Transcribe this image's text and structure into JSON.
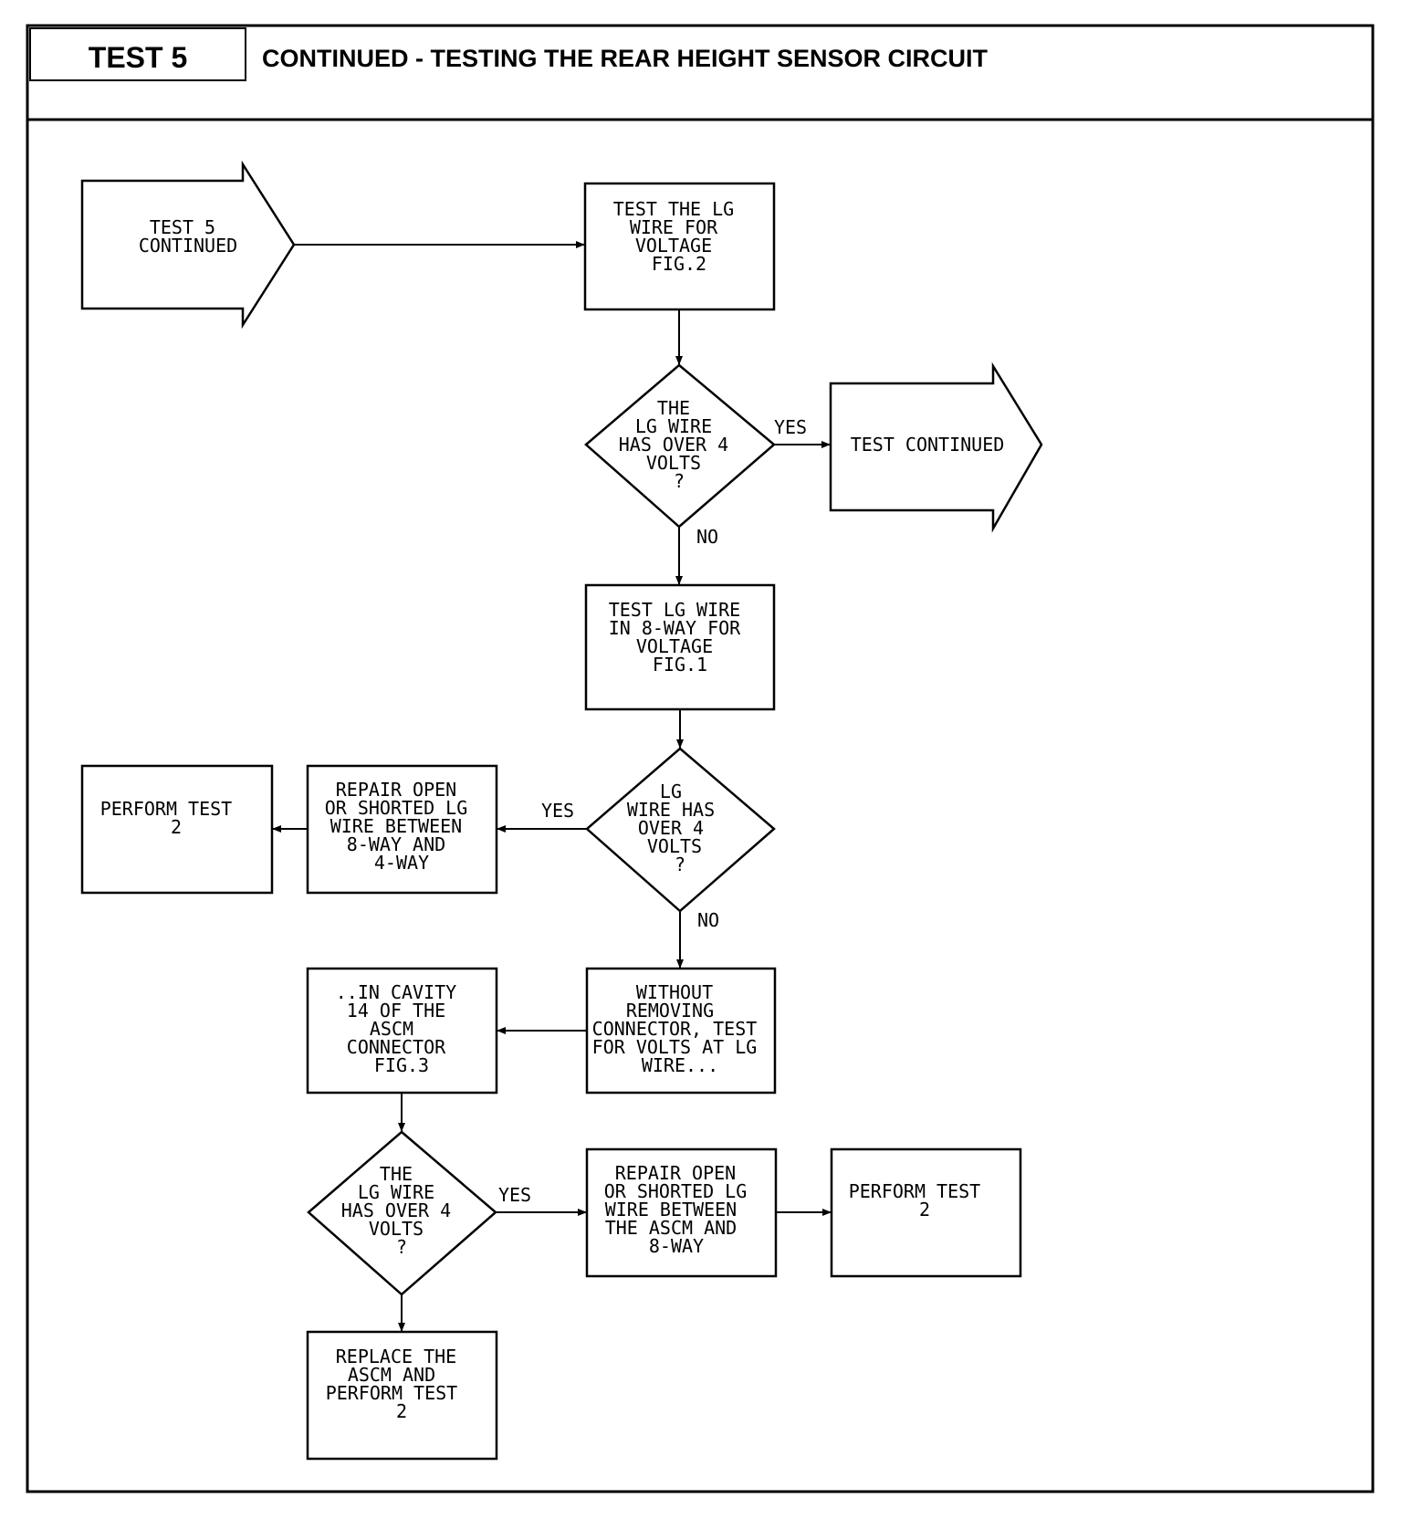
{
  "header": {
    "test_label": "TEST 5",
    "title": "CONTINUED - TESTING THE REAR HEIGHT SENSOR CIRCUIT"
  },
  "flow": {
    "start_arrow": [
      "TEST 5",
      "CONTINUED"
    ],
    "box_test_lg_wire": [
      "TEST THE LG",
      "WIRE FOR",
      "VOLTAGE",
      "FIG.2"
    ],
    "decision_1": [
      "THE",
      "LG WIRE",
      "HAS OVER 4",
      "VOLTS",
      "?"
    ],
    "yes_1": "YES",
    "continue_arrow": "TEST CONTINUED",
    "no_1": "NO",
    "box_test_8way": [
      "TEST LG WIRE",
      "IN 8-WAY FOR",
      "VOLTAGE",
      "FIG.1"
    ],
    "decision_2": [
      "LG",
      "WIRE HAS",
      "OVER 4",
      "VOLTS",
      "?"
    ],
    "yes_2": "YES",
    "box_repair_8way_4way": [
      "REPAIR OPEN",
      "OR SHORTED LG",
      "WIRE BETWEEN",
      "8-WAY AND",
      "4-WAY"
    ],
    "box_perform_test_a": [
      "PERFORM TEST",
      "2"
    ],
    "no_2": "NO",
    "box_without_removing": [
      "WITHOUT",
      "REMOVING",
      "CONNECTOR, TEST",
      "FOR VOLTS AT LG",
      "WIRE..."
    ],
    "box_cavity_14": [
      "..IN CAVITY",
      "14 OF THE",
      "ASCM",
      "CONNECTOR",
      "FIG.3"
    ],
    "decision_3": [
      "THE",
      "LG WIRE",
      "HAS OVER 4",
      "VOLTS",
      "?"
    ],
    "yes_3": "YES",
    "box_repair_ascm_8way": [
      "REPAIR OPEN",
      "OR SHORTED LG",
      "WIRE BETWEEN",
      "THE ASCM AND",
      "8-WAY"
    ],
    "box_perform_test_b": [
      "PERFORM TEST",
      "2"
    ],
    "box_replace_ascm": [
      "REPLACE THE",
      "ASCM AND",
      "PERFORM TEST",
      "2"
    ]
  }
}
